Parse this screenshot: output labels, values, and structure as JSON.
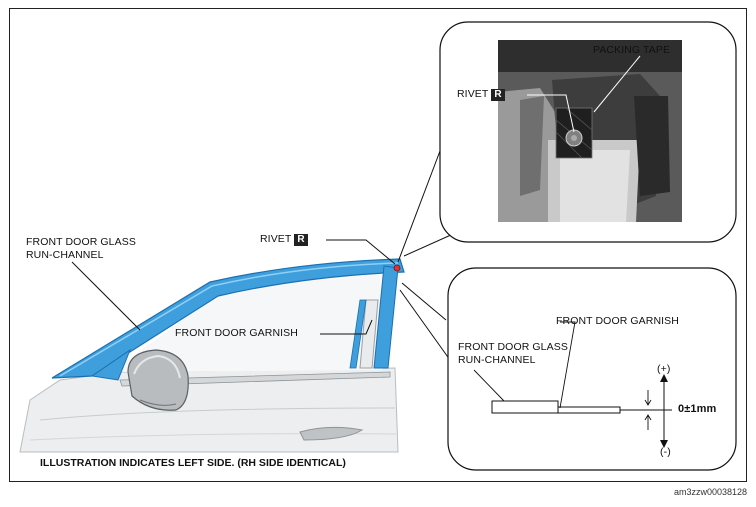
{
  "labels": {
    "run_channel_main": "FRONT DOOR GLASS\nRUN-CHANNEL",
    "rivet_main": "RIVET",
    "rivet_main_symbol": "R",
    "garnish_main": "FRONT DOOR GARNISH",
    "packing_tape": "PACKING TAPE",
    "rivet_detail": "RIVET",
    "rivet_detail_symbol": "R",
    "garnish_detail": "FRONT DOOR GARNISH",
    "run_channel_detail": "FRONT DOOR GLASS\nRUN-CHANNEL",
    "plus_sign": "(+)",
    "minus_sign": "(-)",
    "tolerance": "0±1mm"
  },
  "caption": "ILLUSTRATION INDICATES LEFT SIDE. (RH SIDE IDENTICAL)",
  "figure_code": "am3zzw00038128",
  "colors": {
    "run_channel_blue": "#3e9fdc",
    "run_channel_dark": "#1c6fb0",
    "body_gray": "#e6e7e8",
    "photo_dark": "#3a3a3a"
  }
}
